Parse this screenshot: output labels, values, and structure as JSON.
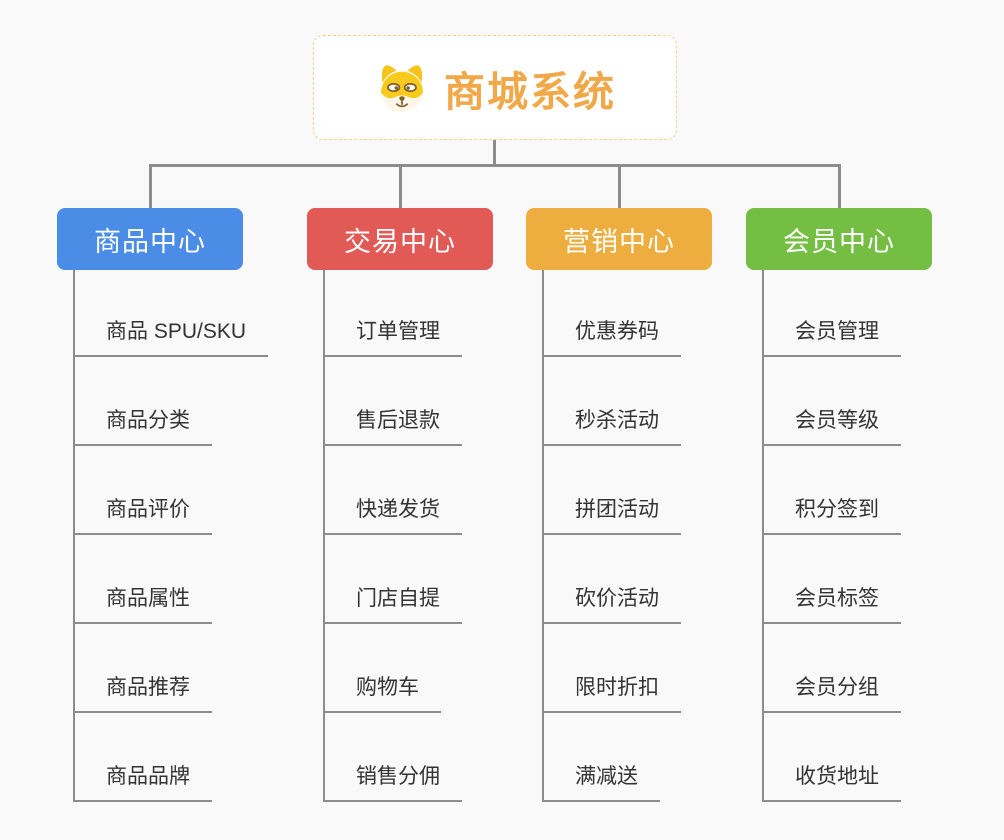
{
  "root": {
    "title": "商城系统",
    "icon": "doge-face-icon"
  },
  "branches": [
    {
      "label": "商品中心",
      "color": "#4b8de6",
      "items": [
        "商品 SPU/SKU",
        "商品分类",
        "商品评价",
        "商品属性",
        "商品推荐",
        "商品品牌"
      ]
    },
    {
      "label": "交易中心",
      "color": "#e25a56",
      "items": [
        "订单管理",
        "售后退款",
        "快递发货",
        "门店自提",
        "购物车",
        "销售分佣"
      ]
    },
    {
      "label": "营销中心",
      "color": "#edae3f",
      "items": [
        "优惠券码",
        "秒杀活动",
        "拼团活动",
        "砍价活动",
        "限时折扣",
        "满减送"
      ]
    },
    {
      "label": "会员中心",
      "color": "#74be43",
      "items": [
        "会员管理",
        "会员等级",
        "积分签到",
        "会员标签",
        "会员分组",
        "收货地址"
      ]
    }
  ],
  "palette": {
    "background": "#f9f9f9",
    "connector": "#8c8c8c",
    "leaf_text": "#333333",
    "root_text": "#f0a848",
    "root_border": "#f6ce8e",
    "branch_text": "#ffffff"
  }
}
